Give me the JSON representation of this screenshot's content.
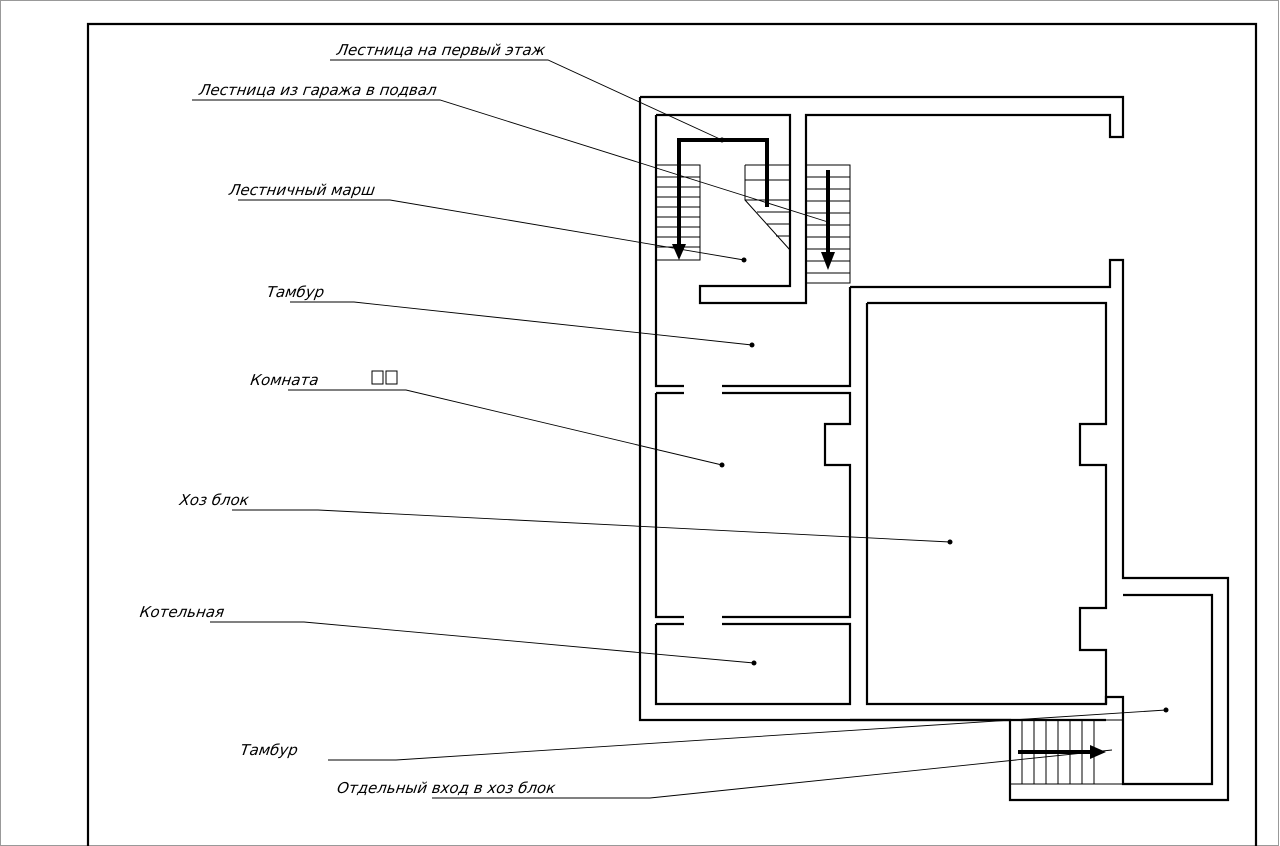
{
  "labels": {
    "stairs_first_floor": "Лестница на первый этаж",
    "stairs_garage_basement": "Лестница из гаража в подвал",
    "stair_flight": "Лестничный марш",
    "vestibule_1": "Тамбур",
    "room": "Комната",
    "utility_block": "Хоз блок",
    "boiler_room": "Котельная",
    "vestibule_2": "Тамбур",
    "separate_entrance": "Отдельный вход в хоз блок"
  }
}
